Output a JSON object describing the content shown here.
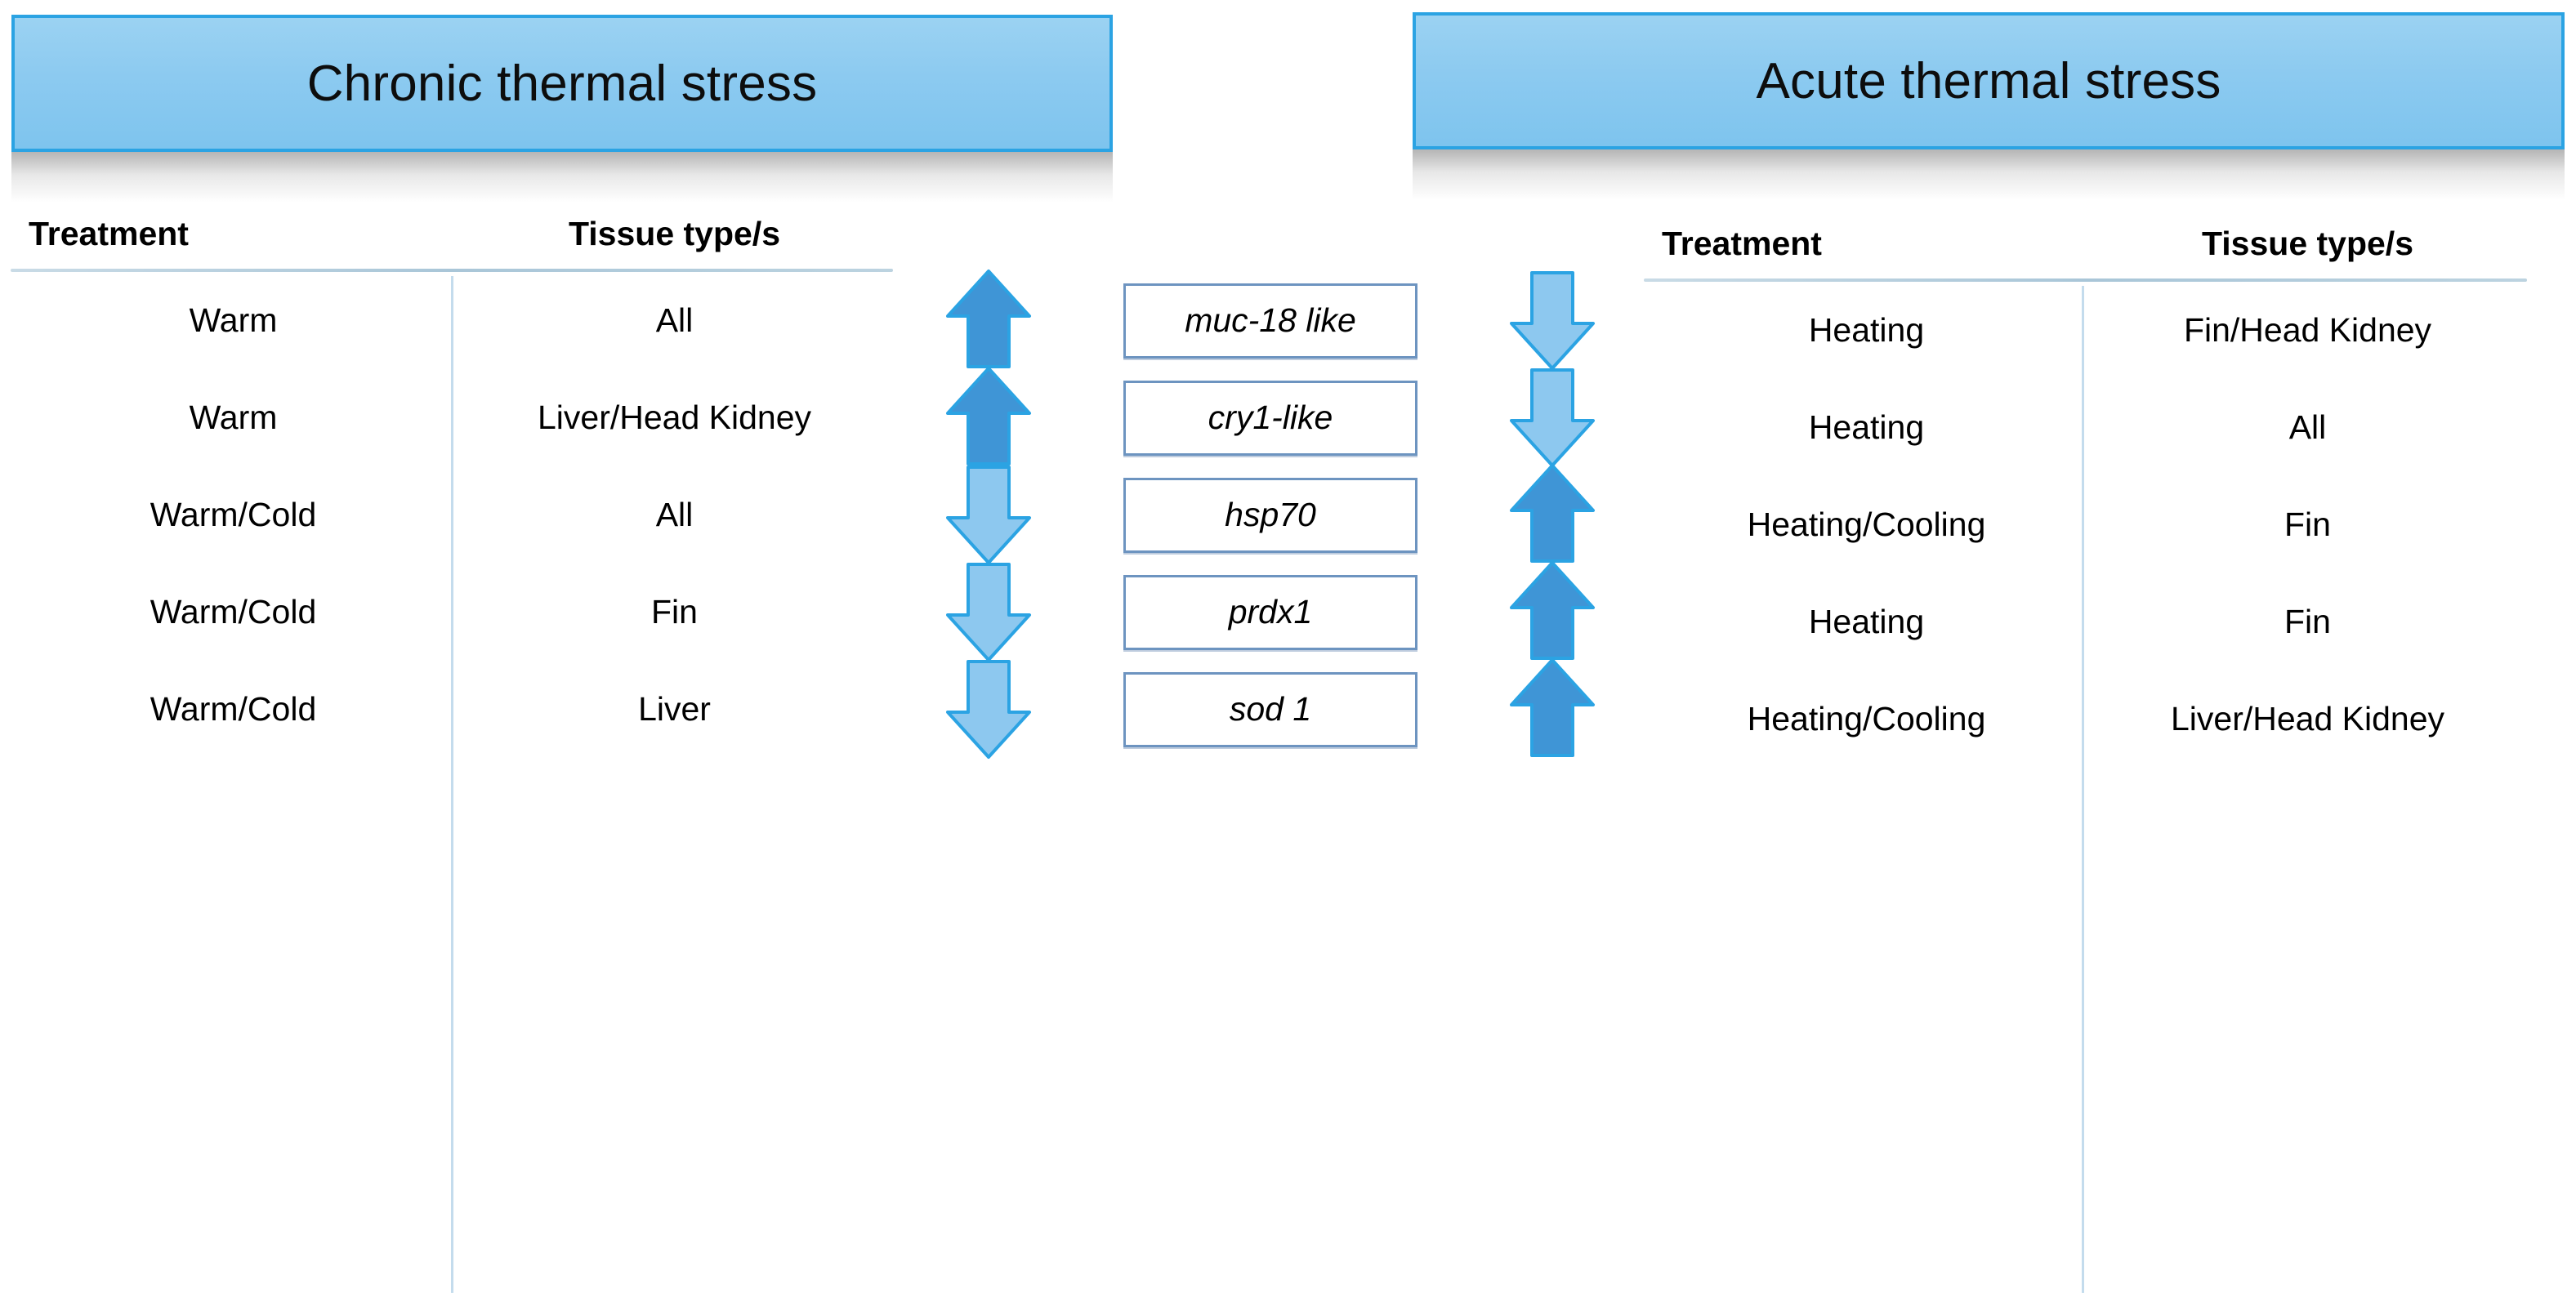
{
  "colors": {
    "banner_fill": "#8ccaf0",
    "banner_border": "#2ba3e3",
    "arrow_up_fill": "#3f95d6",
    "arrow_down_fill": "#8dc8ef",
    "arrow_stroke": "#2ba3e3",
    "gene_box_border": "#6d94c0",
    "rule": "#a9c6d8",
    "text": "#000000"
  },
  "left_panel": {
    "banner_title": "Chronic thermal stress",
    "headers": {
      "treatment": "Treatment",
      "tissue": "Tissue type/s"
    },
    "rows": [
      {
        "treatment": "Warm",
        "tissue": "All"
      },
      {
        "treatment": "Warm",
        "tissue": "Liver/Head Kidney"
      },
      {
        "treatment": "Warm/Cold",
        "tissue": "All"
      },
      {
        "treatment": "Warm/Cold",
        "tissue": "Fin"
      },
      {
        "treatment": "Warm/Cold",
        "tissue": "Liver"
      }
    ]
  },
  "right_panel": {
    "banner_title": "Acute thermal stress",
    "headers": {
      "treatment": "Treatment",
      "tissue": "Tissue type/s"
    },
    "rows": [
      {
        "treatment": "Heating",
        "tissue": "Fin/Head Kidney"
      },
      {
        "treatment": "Heating",
        "tissue": "All"
      },
      {
        "treatment": "Heating/Cooling",
        "tissue": "Fin"
      },
      {
        "treatment": "Heating",
        "tissue": "Fin"
      },
      {
        "treatment": "Heating/Cooling",
        "tissue": "Liver/Head Kidney"
      }
    ]
  },
  "center": {
    "rows": [
      {
        "left_arrow": "up",
        "gene": "muc-18 like",
        "right_arrow": "down"
      },
      {
        "left_arrow": "up",
        "gene": "cry1-like",
        "right_arrow": "down"
      },
      {
        "left_arrow": "down",
        "gene": "hsp70",
        "right_arrow": "up"
      },
      {
        "left_arrow": "down",
        "gene": "prdx1",
        "right_arrow": "up"
      },
      {
        "left_arrow": "down",
        "gene": "sod 1",
        "right_arrow": "up"
      }
    ]
  }
}
